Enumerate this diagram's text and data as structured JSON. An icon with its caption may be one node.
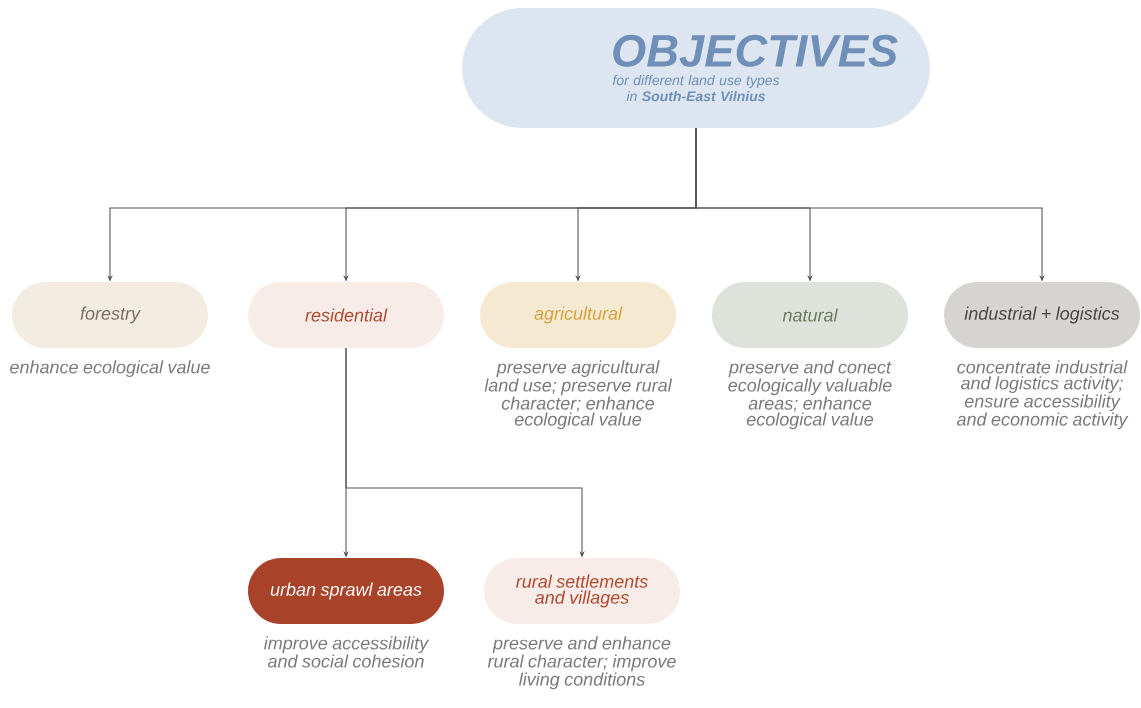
{
  "diagram": {
    "nodes": [
      {
        "text": [
          "OBJECTIVES",
          "for different land use types in **South-East Vilnius**"
        ]
      },
      {
        "text": [
          "forestry"
        ],
        "beside": [
          "enhance ecological value"
        ]
      },
      {
        "text": [
          "residential"
        ]
      },
      {
        "text": [
          "agricultural"
        ],
        "beside": [
          "preserve agricultural land use; preserve rural character; enhance ecological value"
        ]
      },
      {
        "text": [
          "natural"
        ],
        "beside": [
          "preserve and conect ecologically valuable areas; enhance ecological value"
        ]
      },
      {
        "text": [
          "industrial + logistics"
        ],
        "beside": [
          "concentrate industrial and logistics activity; ensure accessibility and economic activity"
        ]
      },
      {
        "text": [
          "urban sprawl areas"
        ],
        "beside": [
          "improve accessibility and social cohesion"
        ]
      },
      {
        "text": [
          "rural settlements and villages"
        ],
        "beside": [
          "preserve and enhance rural character; improve living conditions"
        ]
      }
    ],
    "edges": [
      {
        "from": 0,
        "to": 1,
        "arrow": "to"
      },
      {
        "from": 0,
        "to": 2,
        "arrow": "to"
      },
      {
        "from": 0,
        "to": 3,
        "arrow": "to"
      },
      {
        "from": 0,
        "to": 4,
        "arrow": "to"
      },
      {
        "from": 0,
        "to": 5,
        "arrow": "to"
      },
      {
        "from": 2,
        "to": 6,
        "arrow": "to"
      },
      {
        "from": 2,
        "to": 7,
        "arrow": "to"
      }
    ]
  }
}
